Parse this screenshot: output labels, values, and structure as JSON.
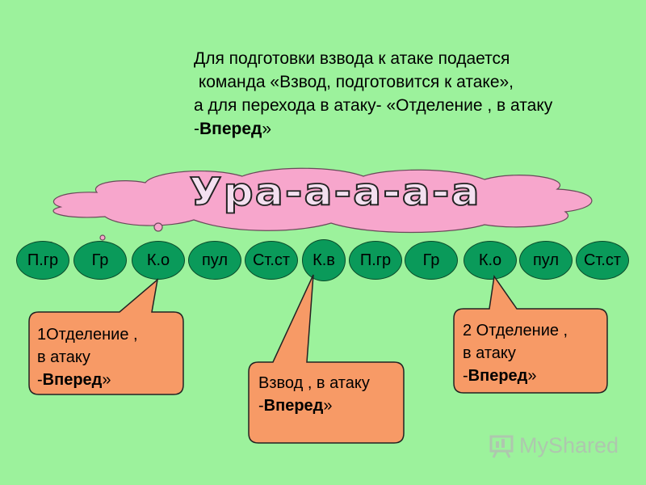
{
  "intro": {
    "line1": "Для подготовки взвода к атаке подается",
    "line2": " команда «Взвод, подготовится к атаке»,",
    "line3": "а для перехода в атаку- «Отделение , в атаку",
    "line4_pre": "-",
    "line4_bold": "Вперед",
    "line4_post": "»"
  },
  "shout": "Ура-а-а-а-а",
  "formation": [
    "П.гр",
    "Гр",
    "К.о",
    "пул",
    "Ст.ст",
    "К.в",
    "П.гр",
    "Гр",
    "К.о",
    "пул",
    "Ст.ст"
  ],
  "callouts": {
    "squad1": {
      "line1": "1Отделение ,",
      "line2": "в атаку",
      "pre": "-",
      "bold": "Вперед",
      "post": "»"
    },
    "platoon": {
      "line1": "Взвод , в атаку",
      "pre": "-",
      "bold": "Вперед",
      "post": "»"
    },
    "squad2": {
      "line1": "2 Отделение ,",
      "line2": "в атаку",
      "pre": "-",
      "bold": "Вперед",
      "post": "»"
    }
  },
  "watermark": {
    "text": "MyShared",
    "icon": "presentation-board-icon"
  },
  "colors": {
    "background": "#9cf29c",
    "node": "#0a9a5a",
    "cloud": "#f7a6cc",
    "callout": "#f79a66"
  }
}
